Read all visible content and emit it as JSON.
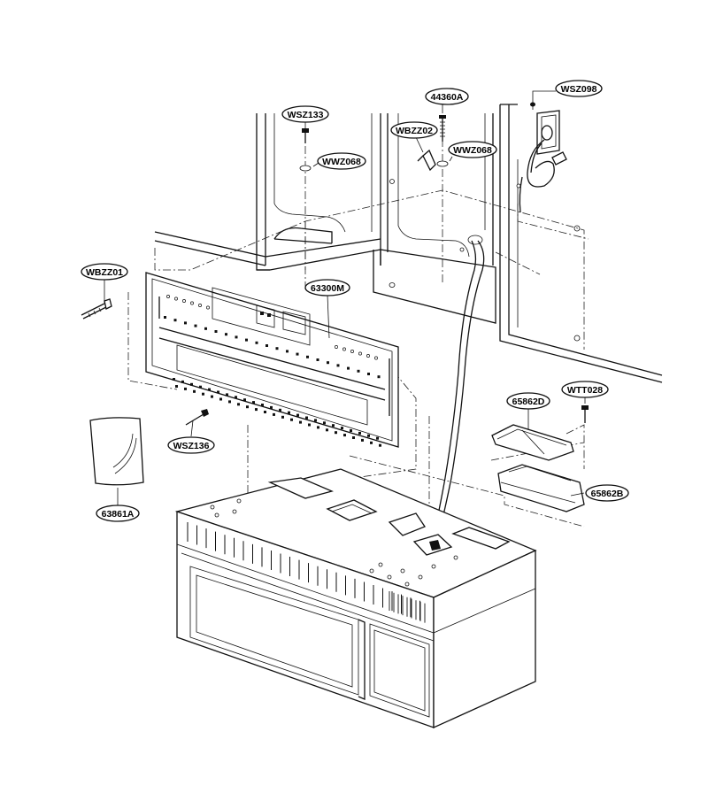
{
  "labels": {
    "wsz098": "WSZ098",
    "p44360a": "44360A",
    "wsz133": "WSZ133",
    "wbzz02": "WBZZ02",
    "wwz068_left": "WWZ068",
    "wwz068_right": "WWZ068",
    "wbzz01": "WBZZ01",
    "p63300m": "63300M",
    "p65862d": "65862D",
    "wtt028": "WTT028",
    "wsz136": "WSZ136",
    "p65862b": "65862B",
    "p63861a": "63861A"
  }
}
